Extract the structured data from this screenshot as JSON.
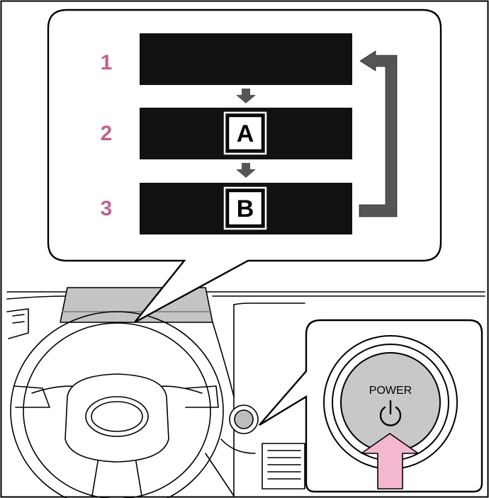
{
  "colors": {
    "step_number": "#c0628e",
    "bar_fill": "#111111",
    "arrow_fill": "#555555",
    "loop_arrow": "#555555",
    "power_arrow_fill": "#f4b7d0",
    "dashboard_screen": "#bdbdbd",
    "power_button_face": "#c8c8c8"
  },
  "callout": {
    "steps": [
      {
        "number": "1",
        "mode_letter": ""
      },
      {
        "number": "2",
        "mode_letter": "A"
      },
      {
        "number": "3",
        "mode_letter": "B"
      }
    ]
  },
  "power_button": {
    "label": "POWER",
    "icon": "power-icon"
  }
}
